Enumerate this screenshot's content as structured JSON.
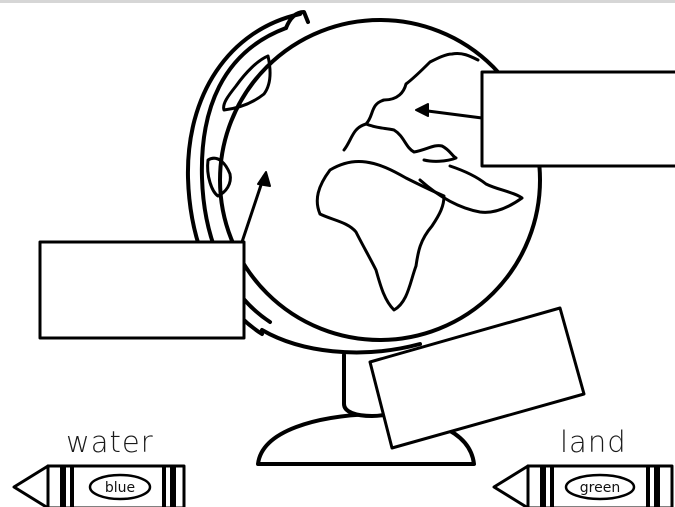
{
  "worksheet": {
    "captions": {
      "water": "water",
      "land": "land"
    },
    "crayons": {
      "water_crayon_label": "blue",
      "land_crayon_label": "green"
    },
    "answer_boxes": [
      "",
      "",
      ""
    ],
    "colors": {
      "ink": "#000000",
      "paper": "#ffffff"
    },
    "icons": [
      "globe-illustration",
      "crayon-icon",
      "arrow-icon"
    ]
  }
}
